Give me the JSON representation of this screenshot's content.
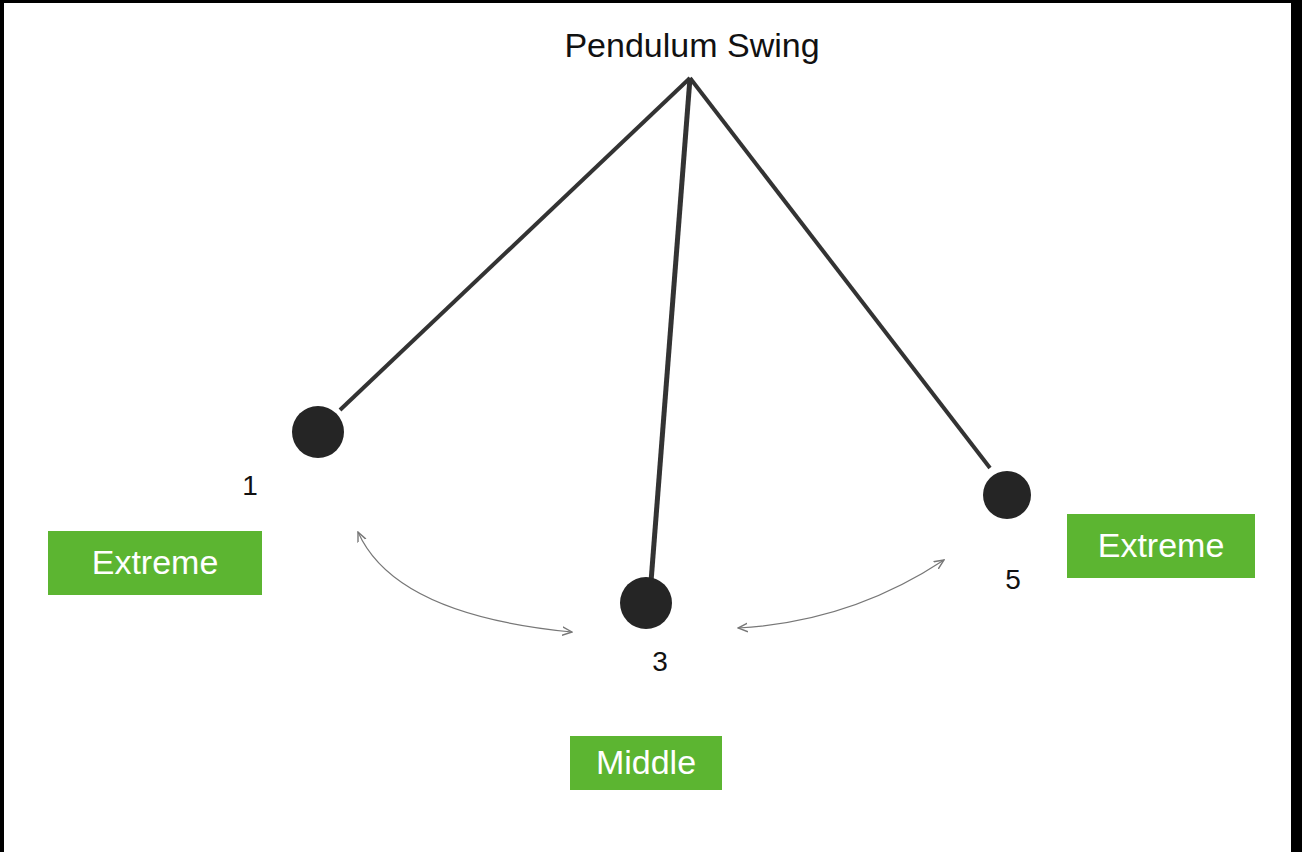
{
  "diagram": {
    "title": "Pendulum Swing",
    "nodes": [
      {
        "text": [
          "Extreme"
        ]
      },
      {
        "text": [
          "Extreme"
        ]
      },
      {
        "text": [
          "Middle"
        ]
      }
    ],
    "labels": [
      "1",
      "3",
      "5"
    ]
  }
}
